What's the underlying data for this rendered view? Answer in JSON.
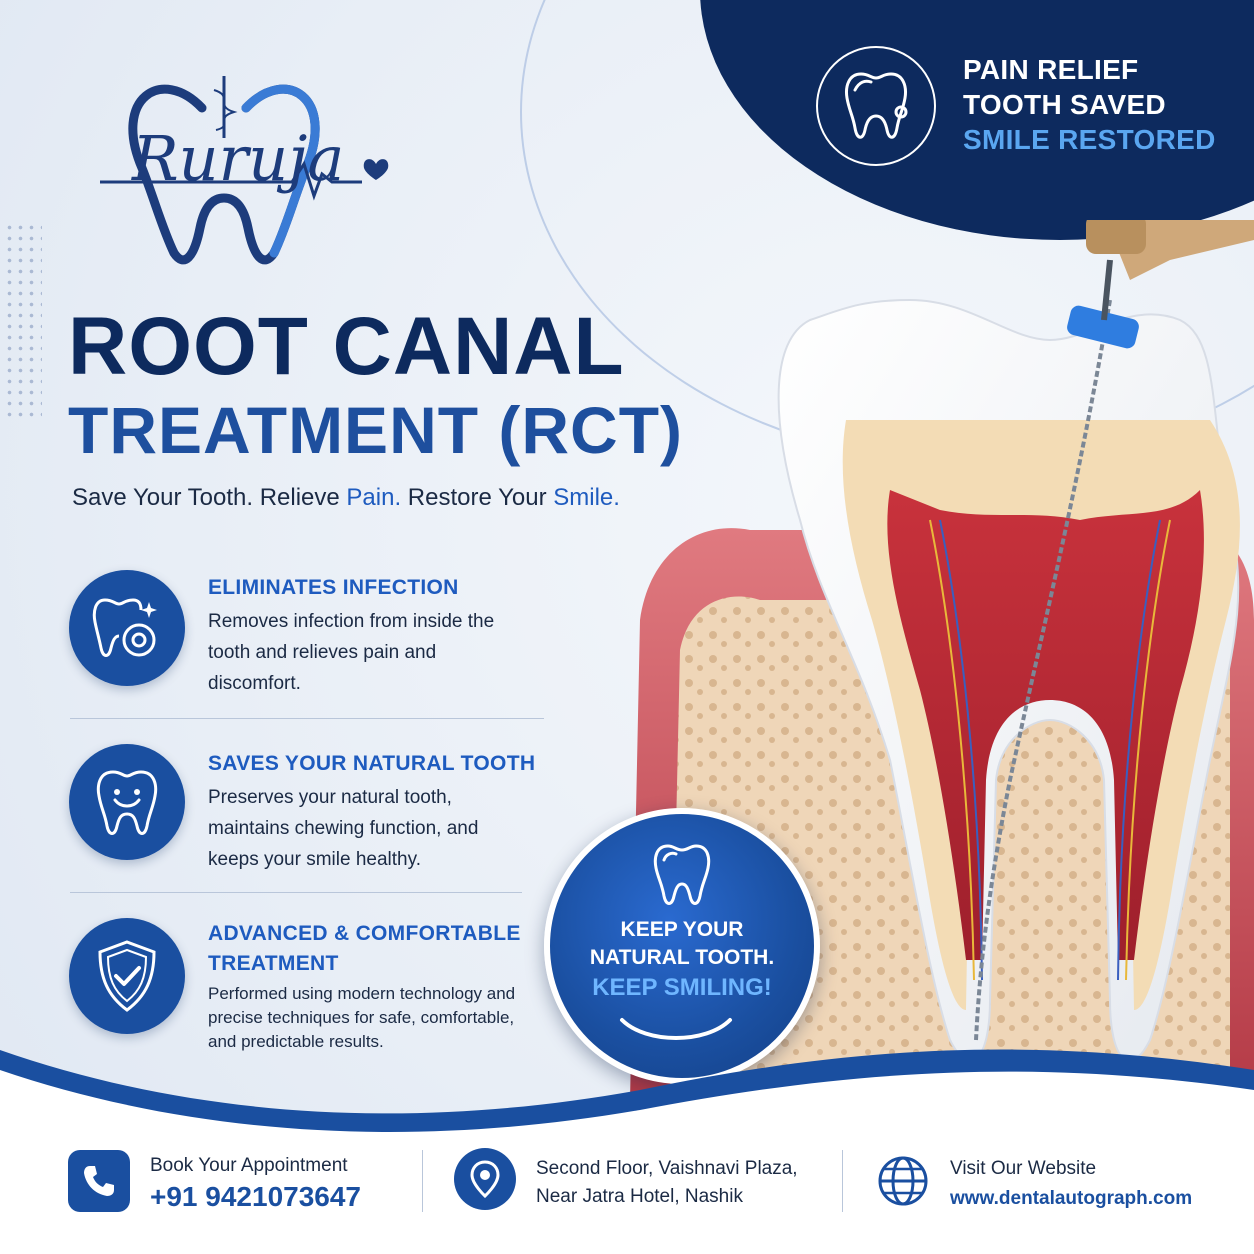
{
  "brand": {
    "logo_text": "Ruruja"
  },
  "top_badge": {
    "icon": "tooth-with-heartbeat-icon",
    "line1": "PAIN RELIEF",
    "line2": "TOOTH SAVED",
    "line3": "SMILE RESTORED"
  },
  "headline": {
    "line1": "ROOT CANAL",
    "line2": "TREATMENT (RCT)",
    "tagline_part1": "Save Your Tooth. Relieve ",
    "tagline_hl1": "Pain.",
    "tagline_part2": " Restore Your ",
    "tagline_hl2": "Smile."
  },
  "features": [
    {
      "icon": "tooth-target-icon",
      "title": "ELIMINATES INFECTION",
      "text": "Removes infection from inside the tooth and relieves pain and discomfort."
    },
    {
      "icon": "smiling-tooth-icon",
      "title": "SAVES YOUR NATURAL TOOTH",
      "text": "Preserves your natural tooth, maintains chewing function, and keeps your smile healthy."
    },
    {
      "icon": "shield-check-icon",
      "title_line1": "ADVANCED & COMFORTABLE",
      "title_line2": "TREATMENT",
      "text": "Performed using modern technology and precise techniques for safe, comfortable, and predictable results."
    }
  ],
  "callout": {
    "icon": "tooth-icon",
    "line1": "KEEP YOUR",
    "line2": "NATURAL TOOTH.",
    "line3": "KEEP SMILING!"
  },
  "footer": {
    "phone": {
      "icon": "phone-icon",
      "label": "Book Your Appointment",
      "value": "+91 9421073647"
    },
    "address": {
      "icon": "location-pin-icon",
      "line1": "Second Floor, Vaishnavi Plaza,",
      "line2": "Near Jatra Hotel, Nashik"
    },
    "website": {
      "icon": "globe-icon",
      "label": "Visit Our Website",
      "url": "www.dentalautograph.com"
    }
  },
  "colors": {
    "navy": "#0d2a5e",
    "brand_blue": "#1a4fa0",
    "accent_blue": "#5aa6f0",
    "gum_red": "#c8454f"
  }
}
